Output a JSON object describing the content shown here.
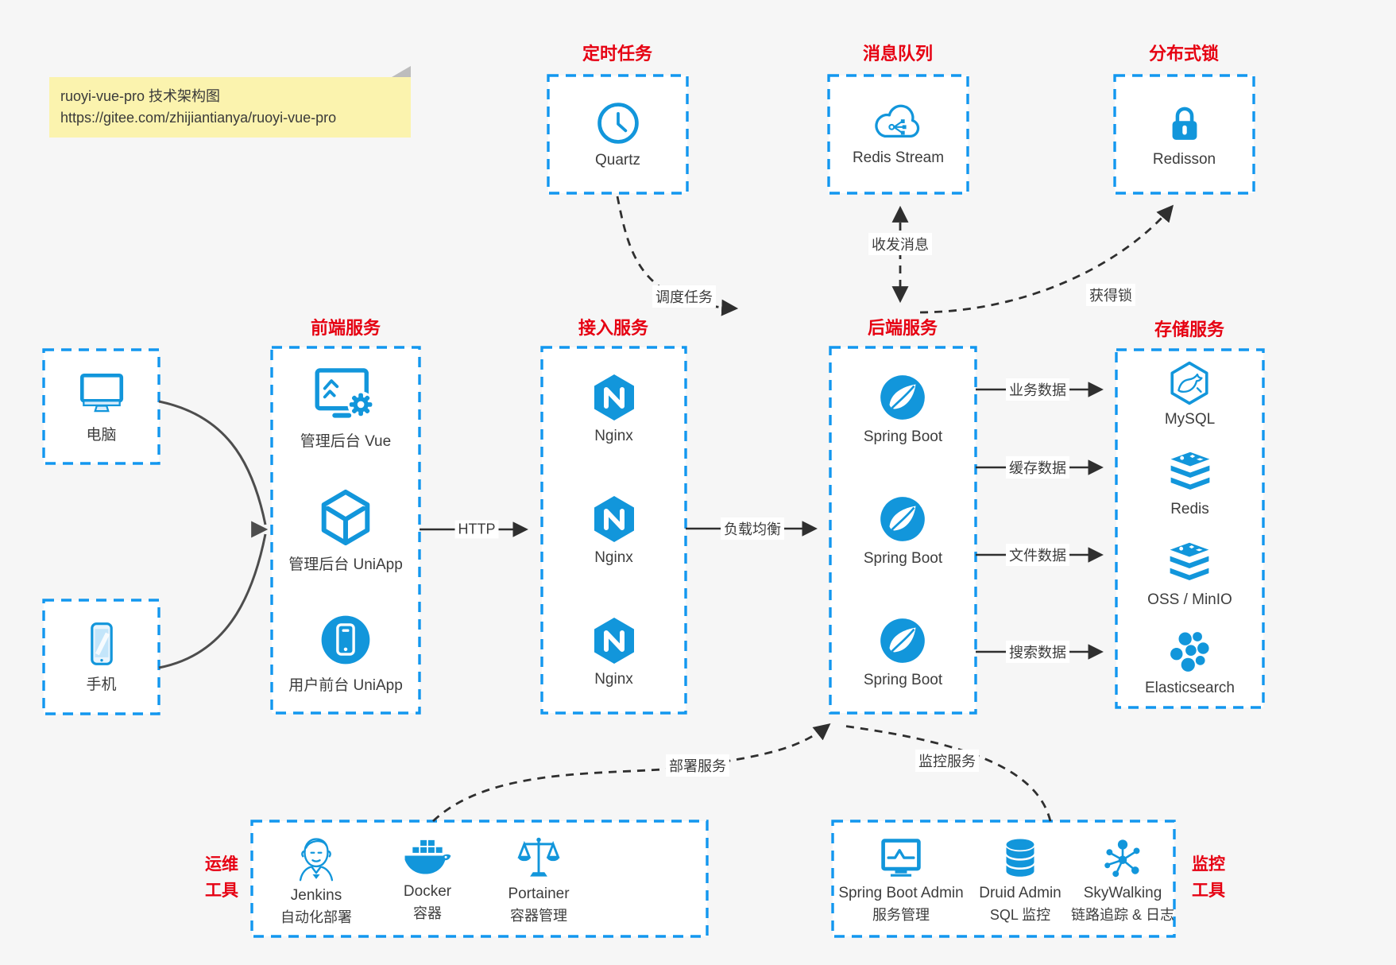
{
  "note": {
    "line1": "ruoyi-vue-pro 技术架构图",
    "line2": "https://gitee.com/zhijiantianya/ruoyi-vue-pro"
  },
  "palette": {
    "icon_blue": "#1296db",
    "border_blue": "#1297ef",
    "title_red": "#e60012",
    "background": "#f6f6f6",
    "arrow_ink": "#2f2f2f"
  },
  "top": {
    "scheduler": {
      "title": "定时任务",
      "item": {
        "icon": "clock-icon",
        "label": "Quartz"
      }
    },
    "mq": {
      "title": "消息队列",
      "item": {
        "icon": "cloud-share-icon",
        "label": "Redis Stream"
      }
    },
    "lock": {
      "title": "分布式锁",
      "item": {
        "icon": "lock-icon",
        "label": "Redisson"
      }
    }
  },
  "clients": {
    "pc": {
      "icon": "desktop-icon",
      "label": "电脑"
    },
    "phone": {
      "icon": "smartphone-icon",
      "label": "手机"
    }
  },
  "columns": {
    "frontend": {
      "title": "前端服务",
      "items": [
        {
          "icon": "admin-vue-icon",
          "label": "管理后台 Vue"
        },
        {
          "icon": "uniapp-cube-icon",
          "label": "管理后台 UniApp"
        },
        {
          "icon": "user-app-icon",
          "label": "用户前台 UniApp"
        }
      ]
    },
    "gateway": {
      "title": "接入服务",
      "items": [
        {
          "icon": "nginx-icon",
          "label": "Nginx"
        },
        {
          "icon": "nginx-icon",
          "label": "Nginx"
        },
        {
          "icon": "nginx-icon",
          "label": "Nginx"
        }
      ]
    },
    "backend": {
      "title": "后端服务",
      "items": [
        {
          "icon": "spring-icon",
          "label": "Spring Boot"
        },
        {
          "icon": "spring-icon",
          "label": "Spring Boot"
        },
        {
          "icon": "spring-icon",
          "label": "Spring Boot"
        }
      ]
    },
    "storage": {
      "title": "存储服务",
      "items": [
        {
          "icon": "mysql-icon",
          "label": "MySQL"
        },
        {
          "icon": "redis-stack-icon",
          "label": "Redis"
        },
        {
          "icon": "redis-stack-icon",
          "label": "OSS / MinIO"
        },
        {
          "icon": "elasticsearch-icon",
          "label": "Elasticsearch"
        }
      ]
    }
  },
  "bottom": {
    "ops": {
      "side_title": [
        "运维",
        "工具"
      ],
      "items": [
        {
          "icon": "jenkins-icon",
          "name": "Jenkins",
          "desc": "自动化部署"
        },
        {
          "icon": "docker-icon",
          "name": "Docker",
          "desc": "容器"
        },
        {
          "icon": "portainer-icon",
          "name": "Portainer",
          "desc": "容器管理"
        }
      ]
    },
    "monitoring": {
      "side_title": [
        "监控",
        "工具"
      ],
      "items": [
        {
          "icon": "spring-boot-admin-icon",
          "name": "Spring Boot Admin",
          "desc": "服务管理"
        },
        {
          "icon": "druid-icon",
          "name": "Druid Admin",
          "desc": "SQL 监控"
        },
        {
          "icon": "skywalking-icon",
          "name": "SkyWalking",
          "desc": "链路追踪 & 日志"
        }
      ]
    }
  },
  "edges": {
    "http": "HTTP",
    "load_balance": "负载均衡",
    "biz": "业务数据",
    "cache": "缓存数据",
    "file": "文件数据",
    "search": "搜索数据",
    "schedule": "调度任务",
    "message": "收发消息",
    "lock": "获得锁",
    "deploy": "部署服务",
    "monitor": "监控服务"
  }
}
